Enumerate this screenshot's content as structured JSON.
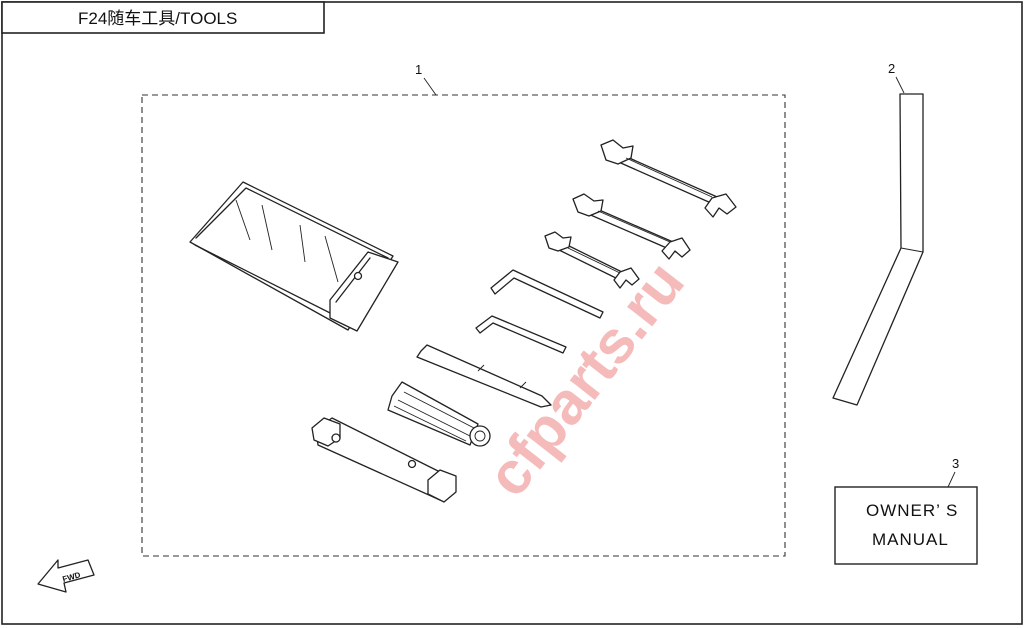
{
  "title": "F24随车工具/TOOLS",
  "callouts": {
    "tool_kit": "1",
    "handle_bar": "2",
    "manual": "3"
  },
  "manual": {
    "line1": "OWNER’ S",
    "line2": "MANUAL"
  },
  "fwd_label": "FWD",
  "watermark": "cfparts.ru",
  "icons": [
    "forward-arrow-icon"
  ],
  "colors": {
    "line": "#222222",
    "background": "#ffffff",
    "watermark": "#f2a3a3"
  }
}
